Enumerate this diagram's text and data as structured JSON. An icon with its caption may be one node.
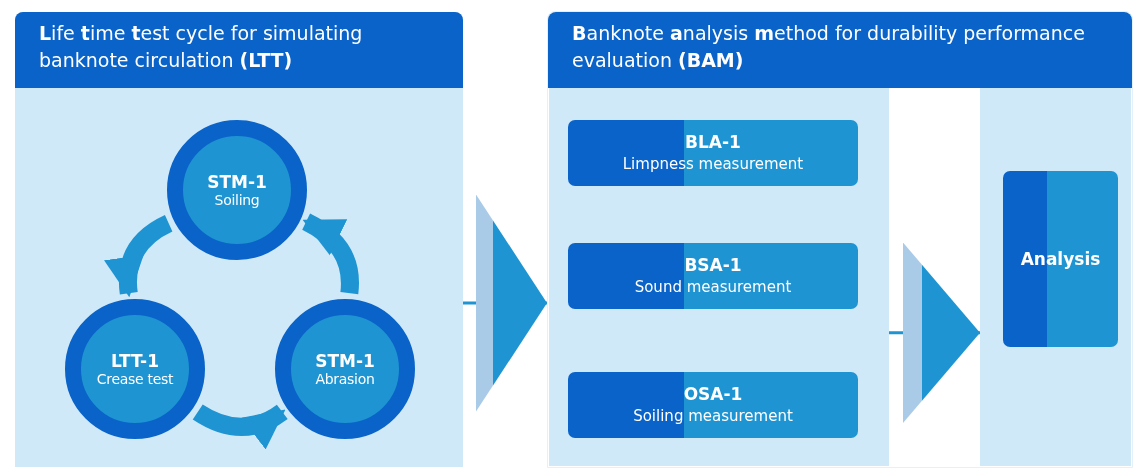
{
  "diagram": {
    "nodes": [
      {
        "text": [
          "**L**ife **t**ime **t**est cycle for simulating banknote circulation **(LTT)**"
        ]
      },
      {
        "text": [
          "STM-1",
          "Soiling"
        ],
        "in": 0
      },
      {
        "text": [
          "LTT-1",
          "Crease test"
        ],
        "in": 0
      },
      {
        "text": [
          "STM-1",
          "Abrasion"
        ],
        "in": 0
      },
      {
        "text": [
          "**B**anknote **a**nalysis **m**ethod for durability performance evaluation **(BAM)**"
        ]
      },
      {
        "text": [],
        "shape": "box",
        "in": 4
      },
      {
        "text": [
          "BLA-1",
          "Limpness measurement"
        ],
        "in": 5
      },
      {
        "text": [
          "BSA-1",
          "Sound measurement"
        ],
        "in": 5
      },
      {
        "text": [
          "OSA-1",
          "Soiling measurement"
        ],
        "in": 5
      },
      {
        "text": [],
        "shape": "box",
        "in": 4
      },
      {
        "text": [
          "Analysis"
        ],
        "in": 9
      }
    ],
    "edges": [
      {
        "from": 1,
        "to": 2,
        "arrow": "to"
      },
      {
        "from": 2,
        "to": 3,
        "arrow": "to"
      },
      {
        "from": 3,
        "to": 1,
        "arrow": "to"
      },
      {
        "from": 0,
        "to": 4,
        "arrow": "to"
      },
      {
        "from": 5,
        "to": 9,
        "arrow": "to"
      }
    ]
  }
}
